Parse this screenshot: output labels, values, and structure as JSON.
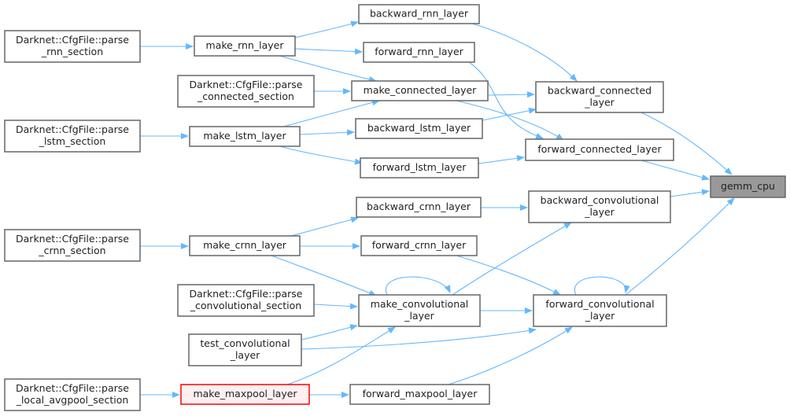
{
  "colors": {
    "edge": "#63b8ff",
    "root_fill": "#999999",
    "highlight_stroke": "#ff0000",
    "highlight_fill": "#fff0f0"
  },
  "nodes": {
    "gemm_cpu": [
      "gemm_cpu"
    ],
    "backward_connected_layer": [
      "backward_connected",
      "_layer"
    ],
    "forward_connected_layer": [
      "forward_connected_layer"
    ],
    "backward_convolutional_layer": [
      "backward_convolutional",
      "_layer"
    ],
    "forward_convolutional_layer": [
      "forward_convolutional",
      "_layer"
    ],
    "backward_rnn_layer": [
      "backward_rnn_layer"
    ],
    "forward_rnn_layer": [
      "forward_rnn_layer"
    ],
    "make_connected_layer": [
      "make_connected_layer"
    ],
    "backward_lstm_layer": [
      "backward_lstm_layer"
    ],
    "forward_lstm_layer": [
      "forward_lstm_layer"
    ],
    "backward_crnn_layer": [
      "backward_crnn_layer"
    ],
    "forward_crnn_layer": [
      "forward_crnn_layer"
    ],
    "make_convolutional_layer": [
      "make_convolutional",
      "_layer"
    ],
    "forward_maxpool_layer": [
      "forward_maxpool_layer"
    ],
    "make_rnn_layer": [
      "make_rnn_layer"
    ],
    "make_lstm_layer": [
      "make_lstm_layer"
    ],
    "make_crnn_layer": [
      "make_crnn_layer"
    ],
    "test_convolutional_layer": [
      "test_convolutional",
      "_layer"
    ],
    "make_maxpool_layer": [
      "make_maxpool_layer"
    ],
    "parse_connected_section": [
      "Darknet::CfgFile::parse",
      "_connected_section"
    ],
    "parse_convolutional_section": [
      "Darknet::CfgFile::parse",
      "_convolutional_section"
    ],
    "parse_rnn_section": [
      "Darknet::CfgFile::parse",
      "_rnn_section"
    ],
    "parse_lstm_section": [
      "Darknet::CfgFile::parse",
      "_lstm_section"
    ],
    "parse_crnn_section": [
      "Darknet::CfgFile::parse",
      "_crnn_section"
    ],
    "parse_local_avgpool_section": [
      "Darknet::CfgFile::parse",
      "_local_avgpool_section"
    ]
  }
}
